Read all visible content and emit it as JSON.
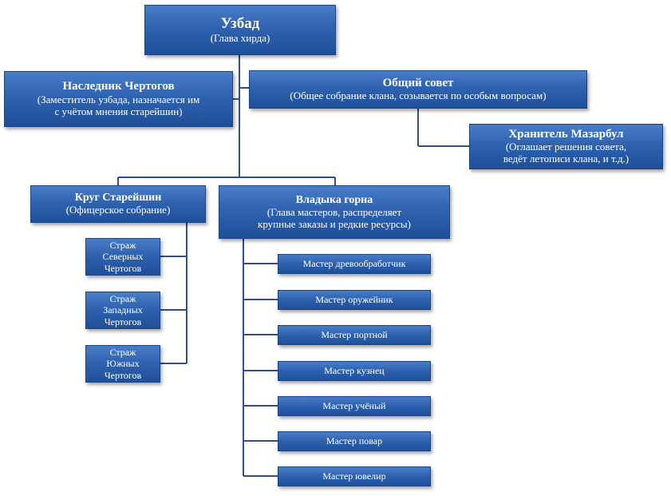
{
  "head": {
    "title": "Узбад",
    "subtitle": "(Глава хирда)"
  },
  "heir": {
    "title": "Наследник  Чертогов",
    "subtitle": "(Заместитель узбада, назначается им\nс учётом мнения старейшин)"
  },
  "council": {
    "title": "Общий совет",
    "subtitle": "(Общее собрание клана, созывается по особым вопросам)"
  },
  "keeper": {
    "title": "Хранитель  Мазарбул",
    "subtitle": "(Оглашает решения совета,\nведёт летописи клана, и т.д.)"
  },
  "elders": {
    "title": "Круг Старейшин",
    "subtitle": "(Офицерское собрание)"
  },
  "forge": {
    "title": "Владыка горна",
    "subtitle": "(Глава мастеров, распределяет\nкрупные заказы и редкие ресурсы)"
  },
  "guards": [
    "Страж\nСеверных\nЧертогов",
    "Страж\nЗападных\nЧертогов",
    "Страж\nЮжных\nЧертогов"
  ],
  "masters": [
    "Мастер древообработчик",
    "Мастер оружейник",
    "Мастер портной",
    "Мастер кузнец",
    "Мастер  учёный",
    "Мастер повар",
    "Мастер ювелир"
  ],
  "colors": {
    "box_top": "#4a7dc8",
    "box_bottom": "#1e4f99",
    "connector": "#2f4f8f"
  }
}
